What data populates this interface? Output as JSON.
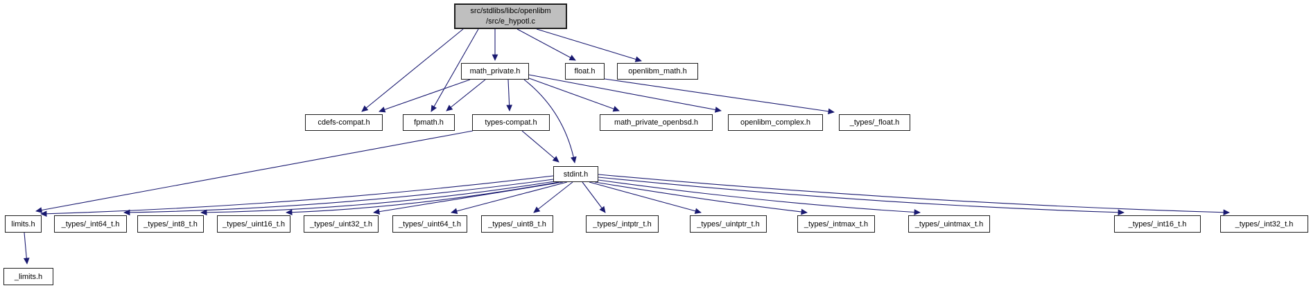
{
  "diagram": {
    "type": "include-dependency-graph",
    "colors": {
      "edge": "#191970",
      "node_border": "#1c1c1c",
      "node_fill": "#ffffff",
      "root_fill": "#bfbfbf",
      "background": "#ffffff"
    },
    "root": {
      "label_line1": "src/stdlibs/libc/openlibm",
      "label_line2": "/src/e_hypotl.c"
    },
    "nodes": {
      "math_private": "math_private.h",
      "float": "float.h",
      "openlibm_math": "openlibm_math.h",
      "cdefs_compat": "cdefs-compat.h",
      "fpmath": "fpmath.h",
      "types_compat": "types-compat.h",
      "math_private_openbsd": "math_private_openbsd.h",
      "openlibm_complex": "openlibm_complex.h",
      "types_float": "_types/_float.h",
      "stdint": "stdint.h",
      "limits": "limits.h",
      "int64": "_types/_int64_t.h",
      "int8": "_types/_int8_t.h",
      "uint16": "_types/_uint16_t.h",
      "uint32": "_types/_uint32_t.h",
      "uint64": "_types/_uint64_t.h",
      "uint8": "_types/_uint8_t.h",
      "intptr": "_types/_intptr_t.h",
      "uintptr": "_types/_uintptr_t.h",
      "intmax": "_types/_intmax_t.h",
      "uintmax": "_types/_uintmax_t.h",
      "int16": "_types/_int16_t.h",
      "int32": "_types/_int32_t.h",
      "limits_private": "_limits.h"
    },
    "edges": [
      {
        "from": "src/stdlibs/libc/openlibm/src/e_hypotl.c",
        "to": "math_private.h"
      },
      {
        "from": "src/stdlibs/libc/openlibm/src/e_hypotl.c",
        "to": "float.h"
      },
      {
        "from": "src/stdlibs/libc/openlibm/src/e_hypotl.c",
        "to": "openlibm_math.h"
      },
      {
        "from": "src/stdlibs/libc/openlibm/src/e_hypotl.c",
        "to": "cdefs-compat.h"
      },
      {
        "from": "src/stdlibs/libc/openlibm/src/e_hypotl.c",
        "to": "fpmath.h"
      },
      {
        "from": "math_private.h",
        "to": "cdefs-compat.h"
      },
      {
        "from": "math_private.h",
        "to": "fpmath.h"
      },
      {
        "from": "math_private.h",
        "to": "types-compat.h"
      },
      {
        "from": "math_private.h",
        "to": "math_private_openbsd.h"
      },
      {
        "from": "math_private.h",
        "to": "openlibm_complex.h"
      },
      {
        "from": "math_private.h",
        "to": "stdint.h"
      },
      {
        "from": "float.h",
        "to": "_types/_float.h"
      },
      {
        "from": "types-compat.h",
        "to": "stdint.h"
      },
      {
        "from": "types-compat.h",
        "to": "limits.h"
      },
      {
        "from": "stdint.h",
        "to": "limits.h"
      },
      {
        "from": "stdint.h",
        "to": "_types/_int64_t.h"
      },
      {
        "from": "stdint.h",
        "to": "_types/_int8_t.h"
      },
      {
        "from": "stdint.h",
        "to": "_types/_uint16_t.h"
      },
      {
        "from": "stdint.h",
        "to": "_types/_uint32_t.h"
      },
      {
        "from": "stdint.h",
        "to": "_types/_uint64_t.h"
      },
      {
        "from": "stdint.h",
        "to": "_types/_uint8_t.h"
      },
      {
        "from": "stdint.h",
        "to": "_types/_intptr_t.h"
      },
      {
        "from": "stdint.h",
        "to": "_types/_uintptr_t.h"
      },
      {
        "from": "stdint.h",
        "to": "_types/_intmax_t.h"
      },
      {
        "from": "stdint.h",
        "to": "_types/_uintmax_t.h"
      },
      {
        "from": "stdint.h",
        "to": "_types/_int16_t.h"
      },
      {
        "from": "stdint.h",
        "to": "_types/_int32_t.h"
      },
      {
        "from": "limits.h",
        "to": "_limits.h"
      }
    ]
  }
}
